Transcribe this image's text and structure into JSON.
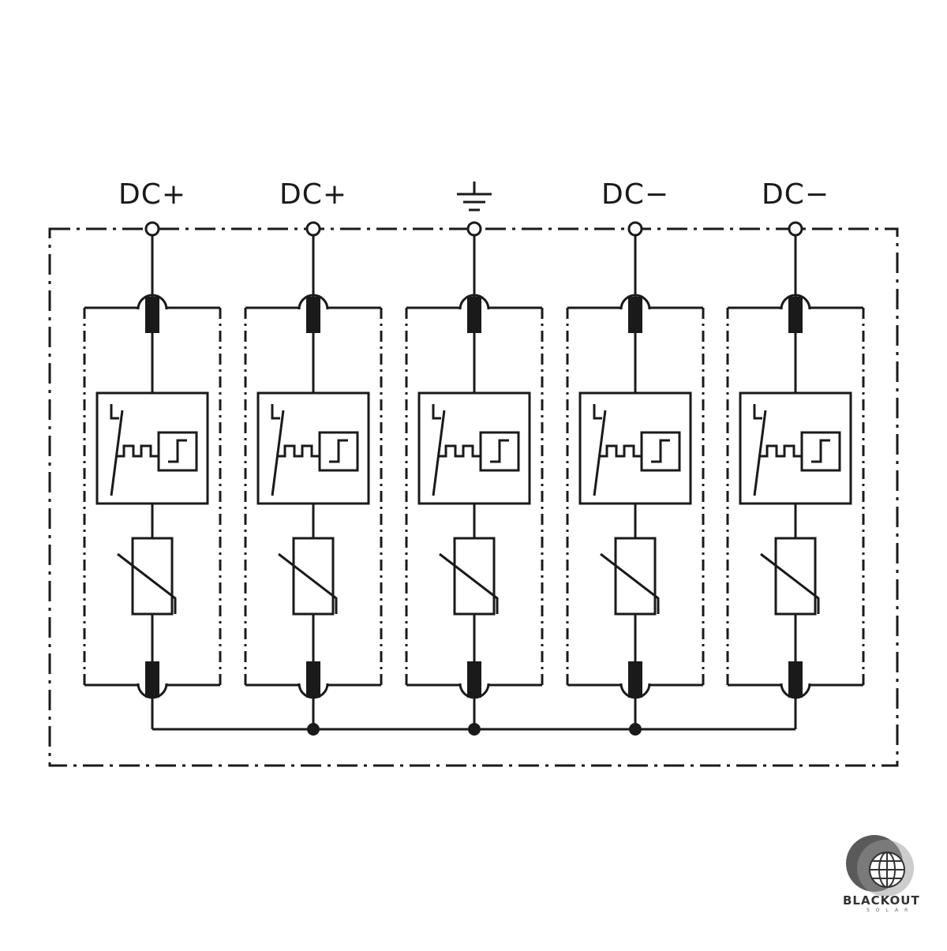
{
  "terminals": [
    {
      "label": "DC+",
      "symbol": ""
    },
    {
      "label": "DC+",
      "symbol": ""
    },
    {
      "label": "",
      "symbol": "ground-icon"
    },
    {
      "label": "DC−",
      "symbol": ""
    },
    {
      "label": "DC−",
      "symbol": ""
    }
  ],
  "logo": {
    "word": "BLACKOUT",
    "sub": "SOLAR"
  },
  "colors": {
    "line": "#1a1a1a",
    "background": "#ffffff"
  }
}
